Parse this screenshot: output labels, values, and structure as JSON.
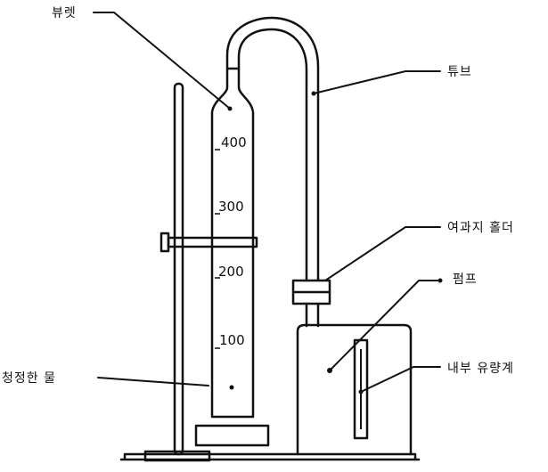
{
  "labels": {
    "burette": "뷰렛",
    "tube": "튜브",
    "filter_holder": "여과지 홀더",
    "pump": "펌프",
    "flowmeter": "내부 유량계",
    "clean_water": "청정한 물"
  },
  "scale": [
    "400",
    "300",
    "200",
    "100"
  ],
  "colors": {
    "line": "#111111",
    "background": "#ffffff"
  }
}
